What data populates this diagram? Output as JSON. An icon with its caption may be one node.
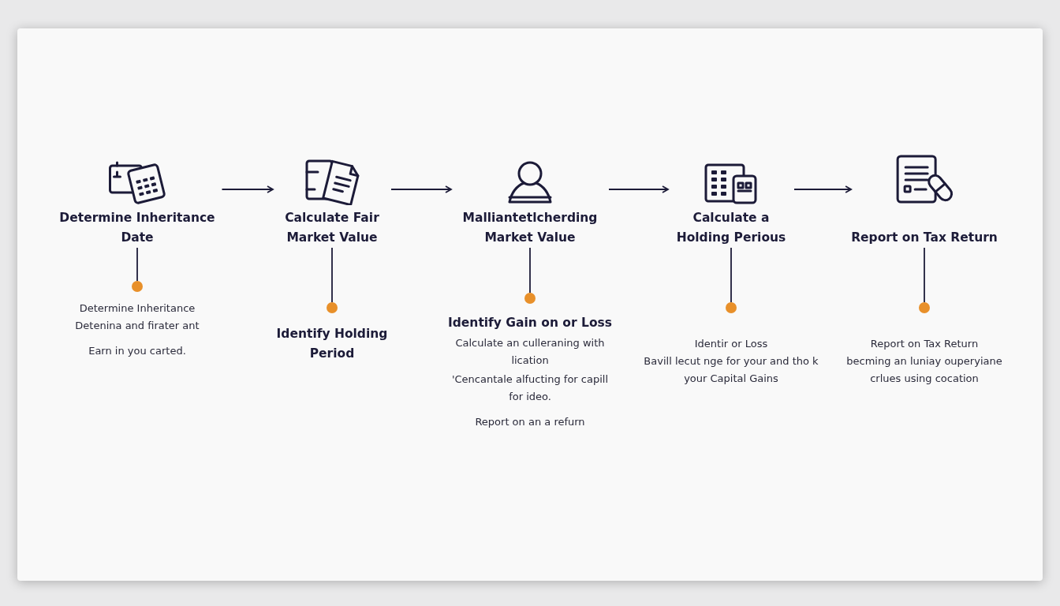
{
  "diagram": {
    "nodes": [
      {
        "text": [
          "Determine Inheritance Date"
        ]
      },
      {
        "text": [
          "Calculate Fair Market Value"
        ]
      },
      {
        "text": [
          "Malliantetlcherding Market Value"
        ]
      },
      {
        "text": [
          "Calculate a Holding Perious"
        ]
      },
      {
        "text": [
          "Report on Tax Return"
        ]
      },
      {
        "text": [],
        "shape": "circle",
        "beside": [
          "Determine Inheritance",
          "Detenina and firater ant",
          "Earn in you carted."
        ]
      },
      {
        "text": [],
        "shape": "circle",
        "beside": [
          "Identify Holding Period"
        ]
      },
      {
        "text": [],
        "shape": "circle",
        "beside": [
          "Identify Gain on or Loss",
          "Calculate an culleraning with lication",
          "'Cencantale alfucting for capill for ideo.",
          "Report on an a refurn"
        ]
      },
      {
        "text": [],
        "shape": "circle",
        "beside": [
          "Identir or Loss",
          "Bavill lecut nge for your and tho k your Capital Gains"
        ]
      },
      {
        "text": [],
        "shape": "circle",
        "beside": [
          "Report on Tax Return",
          "becming an luniay ouperyiane crlues using cocation"
        ]
      }
    ],
    "edges": [
      {
        "from": 0,
        "to": 1,
        "arrow": "to"
      },
      {
        "from": 1,
        "to": 2,
        "arrow": "to"
      },
      {
        "from": 2,
        "to": 3,
        "arrow": "to"
      },
      {
        "from": 3,
        "to": 4,
        "arrow": "to"
      },
      {
        "from": 0,
        "to": 5,
        "arrow": "none"
      },
      {
        "from": 1,
        "to": 6,
        "arrow": "none"
      },
      {
        "from": 2,
        "to": 7,
        "arrow": "none"
      },
      {
        "from": 3,
        "to": 8,
        "arrow": "none"
      },
      {
        "from": 4,
        "to": 9,
        "arrow": "none"
      }
    ]
  }
}
